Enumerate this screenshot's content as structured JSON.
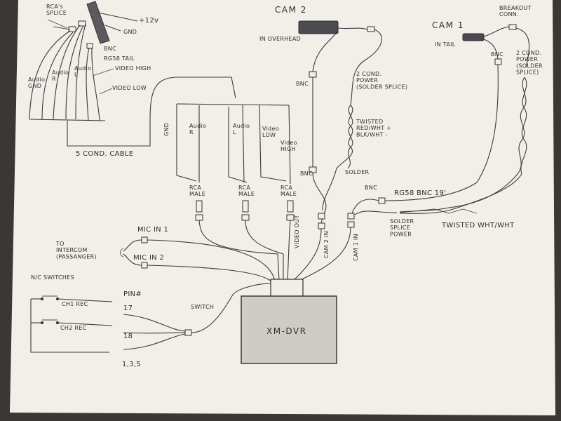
{
  "labels": {
    "rca_splice": "RCA's\nSPLICE",
    "plus12v": "+12v",
    "gnd_top": "GND",
    "bnc_left": "BNC",
    "rg58_tail": "RG58 TAIL",
    "video_high_left": "VIDEO HIGH",
    "video_low_left": "VIDEO LOW",
    "audio_gnd": "Audio\nGND",
    "audio_r_left": "Audio\nR",
    "audio_l_left": "Audio\nL",
    "five_cond_cable": "5 COND. CABLE",
    "gnd_mid": "GND",
    "audio_r_mid": "Audio\nR",
    "audio_l_mid": "Audio\nL",
    "video_low_mid": "Video\nLOW",
    "video_high_mid": "Video\nHIGH",
    "rca_male_1": "RCA\nMALE",
    "rca_male_2": "RCA\nMALE",
    "rca_male_3": "RCA\nMALE",
    "cam2": "CAM 2",
    "in_overhead": "IN OVERHEAD",
    "bnc_cam2": "BNC",
    "cam2_power": "2 COND.\nPOWER\n(SOLDER SPLICE)",
    "twisted_red": "TWISTED\nRED/WHT +\nBLK/WHT -",
    "bnc_mid": "BNC",
    "solder": "SOLDER",
    "cam1": "CAM 1",
    "in_tail": "IN TAIL",
    "breakout_conn": "BREAKOUT\nCONN.",
    "bnc_cam1": "BNC",
    "cam1_power": "2 COND.\nPOWER\n(SOLDER\nSPLICE)",
    "bnc_right": "BNC",
    "rg58_bnc": "RG58  BNC 19'",
    "solder_splice_power": "SOLDER\nSPLICE\nPOWER",
    "twisted_wht": "TWISTED WHT/WHT",
    "mic_in_1": "MIC IN 1",
    "mic_in_2": "MIC IN 2",
    "to_intercom": "TO\nINTERCOM\n(PASSANGER)",
    "video_out": "VIDEO OUT",
    "cam2_in": "CAM 2 IN",
    "cam1_in": "CAM 1 IN",
    "nc_switches": "N/C SWITCHES",
    "ch1_rec": "CH1 REC",
    "ch2_rec": "CH2 REC",
    "pin_num": "PIN#",
    "pin_17": "17",
    "pin_18": "18",
    "pin_135": "1,3,5",
    "switch": "SWITCH",
    "xm_dvr": "XM-DVR"
  },
  "colors": {
    "paper": "#f2efe8",
    "ink": "#2e2e33",
    "table": "#3a3834"
  }
}
